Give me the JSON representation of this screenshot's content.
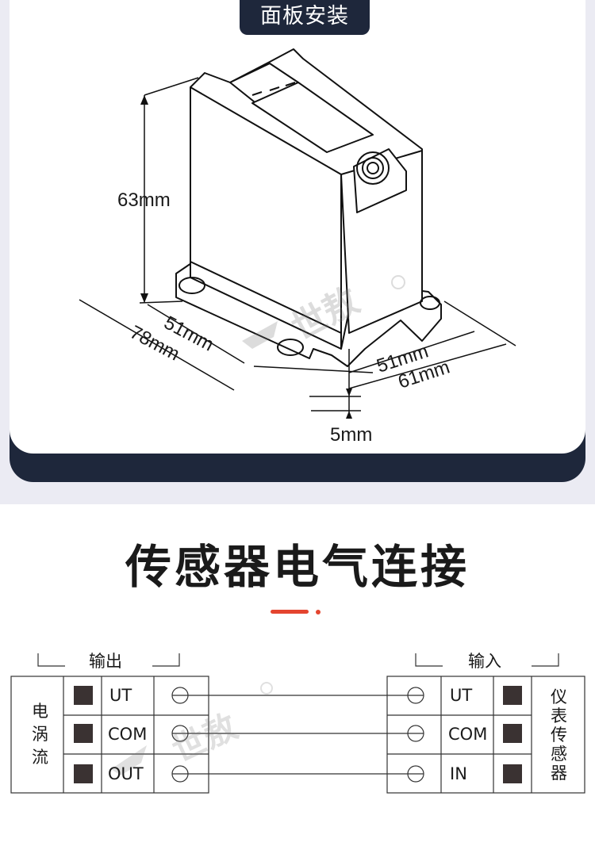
{
  "section_label": "面板安装",
  "dimensions": {
    "height": "63mm",
    "depth_inner": "51mm",
    "depth_outer": "78mm",
    "width_inner": "51mm",
    "width_outer": "61mm",
    "base": "5mm"
  },
  "watermark": "世敖",
  "title": "传感器电气连接",
  "wiring": {
    "output_header": "输出",
    "input_header": "输入",
    "left_device": [
      "电",
      "涡",
      "流"
    ],
    "right_device": [
      "仪",
      "表",
      "传",
      "感",
      "器"
    ],
    "left_terminals": [
      "UT",
      "COM",
      "OUT"
    ],
    "right_terminals": [
      "UT",
      "COM",
      "IN"
    ]
  },
  "colors": {
    "dark": "#1e273b",
    "accent": "#e4452f",
    "terminal": "#3a3232"
  }
}
